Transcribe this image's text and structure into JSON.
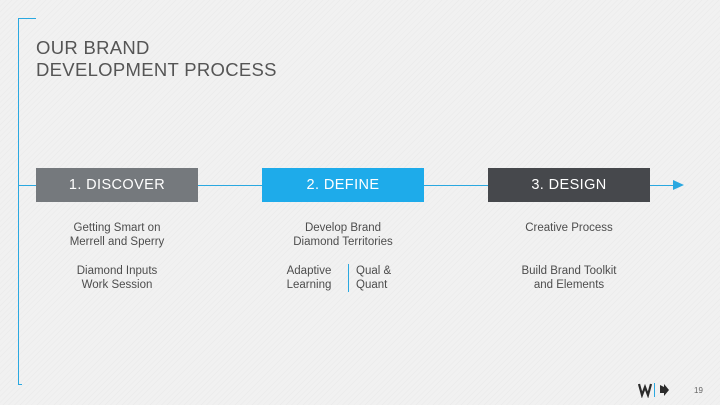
{
  "title": {
    "line1": "OUR BRAND",
    "line2": "DEVELOPMENT PROCESS"
  },
  "colors": {
    "accent": "#2aa8e0",
    "step1": "#75797d",
    "step2": "#1eabea",
    "step3": "#46484c"
  },
  "steps": [
    {
      "label": "1. DISCOVER",
      "items": [
        [
          "Getting Smart on",
          "Merrell and Sperry"
        ],
        [
          "Diamond Inputs",
          "Work Session"
        ]
      ]
    },
    {
      "label": "2. DEFINE",
      "items": [
        [
          "Develop Brand",
          "Diamond Territories"
        ]
      ],
      "split": {
        "left": [
          "Adaptive",
          "Learning"
        ],
        "right": [
          "Qual &",
          "Quant"
        ]
      }
    },
    {
      "label": "3. DESIGN",
      "items": [
        [
          "Creative Process"
        ],
        [
          "Build Brand Toolkit",
          "and Elements"
        ]
      ]
    }
  ],
  "logo_icon": "w-arrow-logo",
  "page_number": "19"
}
